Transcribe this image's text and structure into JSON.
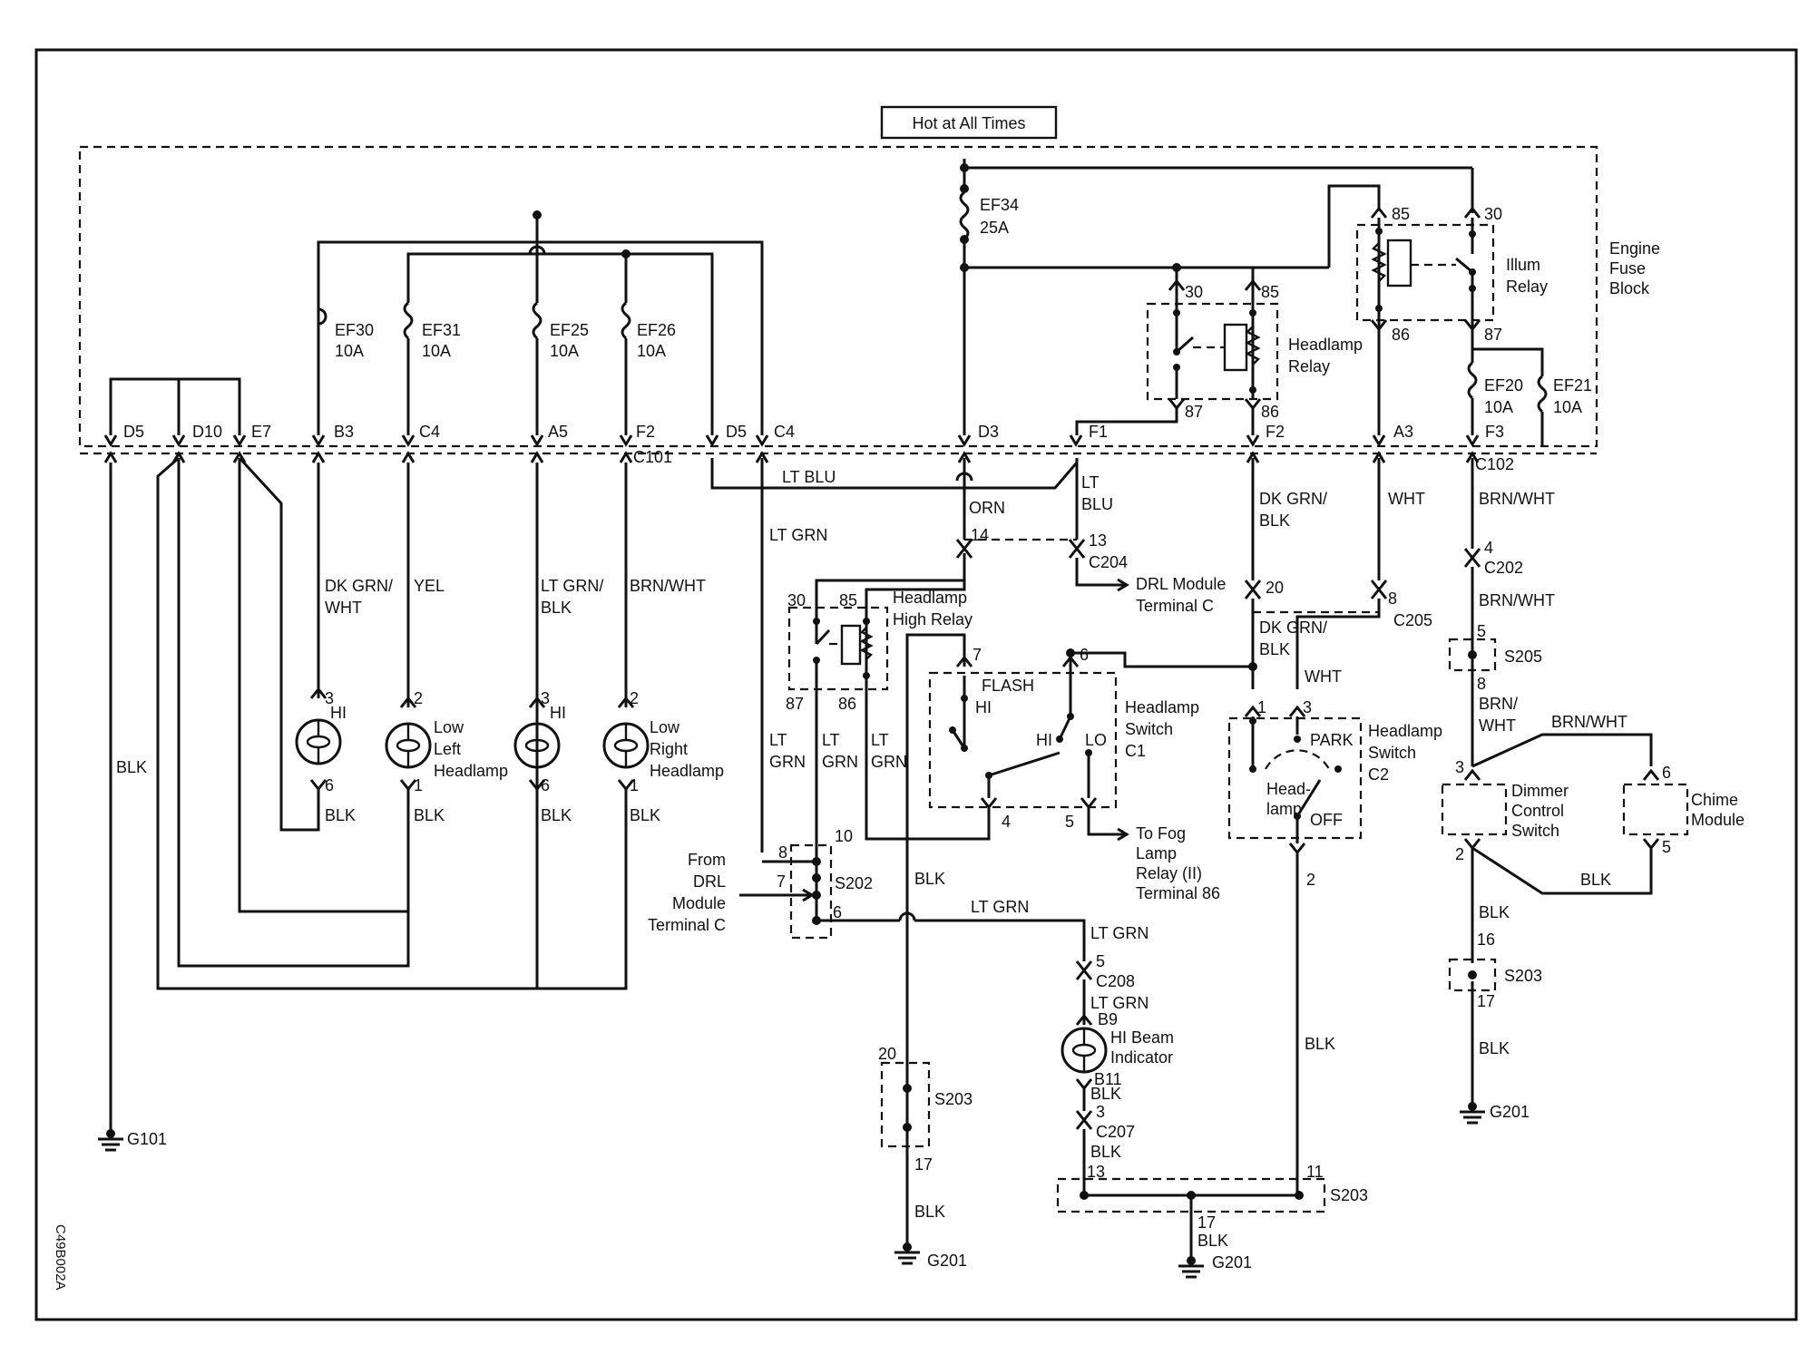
{
  "title": "Hot at All Times",
  "fuse_block_label": [
    "Engine",
    "Fuse",
    "Block"
  ],
  "figure_code": "C49B002A",
  "fuses": [
    {
      "name": "EF34",
      "rating": "25A"
    },
    {
      "name": "EF30",
      "rating": "10A"
    },
    {
      "name": "EF31",
      "rating": "10A"
    },
    {
      "name": "EF25",
      "rating": "10A"
    },
    {
      "name": "EF26",
      "rating": "10A"
    },
    {
      "name": "EF20",
      "rating": "10A"
    },
    {
      "name": "EF21",
      "rating": "10A"
    }
  ],
  "relays": {
    "headlamp": [
      "Headlamp",
      "Relay"
    ],
    "illum": [
      "Illum",
      "Relay"
    ],
    "high": [
      "Headlamp",
      "High Relay"
    ]
  },
  "relay_pins": {
    "p30": "30",
    "p85": "85",
    "p86": "86",
    "p87": "87"
  },
  "connectors": {
    "c101": "C101",
    "c102": "C102",
    "c202": "C202",
    "c204": "C204",
    "c205": "C205",
    "c207": "C207",
    "c208": "C208",
    "d5": "D5",
    "d10": "D10",
    "e7": "E7",
    "b3": "B3",
    "c4": "C4",
    "a5": "A5",
    "f2": "F2",
    "d3": "D3",
    "f1": "F1",
    "a3": "A3",
    "f3": "F3",
    "b9": "B9",
    "b11": "B11"
  },
  "wires": {
    "blk": "BLK",
    "lt_blu": "LT BLU",
    "lt": "LT",
    "blu": "BLU",
    "orn": "ORN",
    "lt_grn": "LT GRN",
    "grn": "GRN",
    "dk_grn": "DK GRN/",
    "wht_end": "WHT",
    "dk_grn_blk": "DK GRN/",
    "blk_end": "BLK",
    "wht": "WHT",
    "yel": "YEL",
    "lt_grn_blk": "LT GRN/",
    "brn_wht": "BRN/WHT",
    "brn": "BRN/",
    "brn_wht2": "BRN/WHT"
  },
  "lamps": {
    "low_left": [
      "Low",
      "Left",
      "Headlamp"
    ],
    "low_right": [
      "Low",
      "Right",
      "Headlamp"
    ],
    "hi": "HI",
    "hi_beam": [
      "HI Beam",
      "Indicator"
    ]
  },
  "drl_module": [
    "DRL Module",
    "Terminal C"
  ],
  "from_drl": [
    "From",
    "DRL",
    "Module",
    "Terminal C"
  ],
  "switch_c1": [
    "Headlamp",
    "Switch",
    "C1"
  ],
  "switch_c2": [
    "Headlamp",
    "Switch",
    "C2"
  ],
  "switch_labels": {
    "flash": "FLASH",
    "hi": "HI",
    "lo": "LO",
    "park": "PARK",
    "headlamp": [
      "Head-",
      "lamp"
    ],
    "off": "OFF"
  },
  "fog": [
    "To Fog",
    "Lamp",
    "Relay (II)",
    "Terminal 86"
  ],
  "dimmer": [
    "Dimmer",
    "Control",
    "Switch"
  ],
  "chime": [
    "Chime",
    "Module"
  ],
  "splices": {
    "s202": "S202",
    "s203": "S203",
    "s205": "S205"
  },
  "grounds": {
    "g101": "G101",
    "g201": "G201"
  },
  "pins": {
    "n1": "1",
    "n2": "2",
    "n3": "3",
    "n4": "4",
    "n5": "5",
    "n6": "6",
    "n7": "7",
    "n8": "8",
    "n10": "10",
    "n11": "11",
    "n13": "13",
    "n14": "14",
    "n16": "16",
    "n17": "17",
    "n20": "20"
  }
}
